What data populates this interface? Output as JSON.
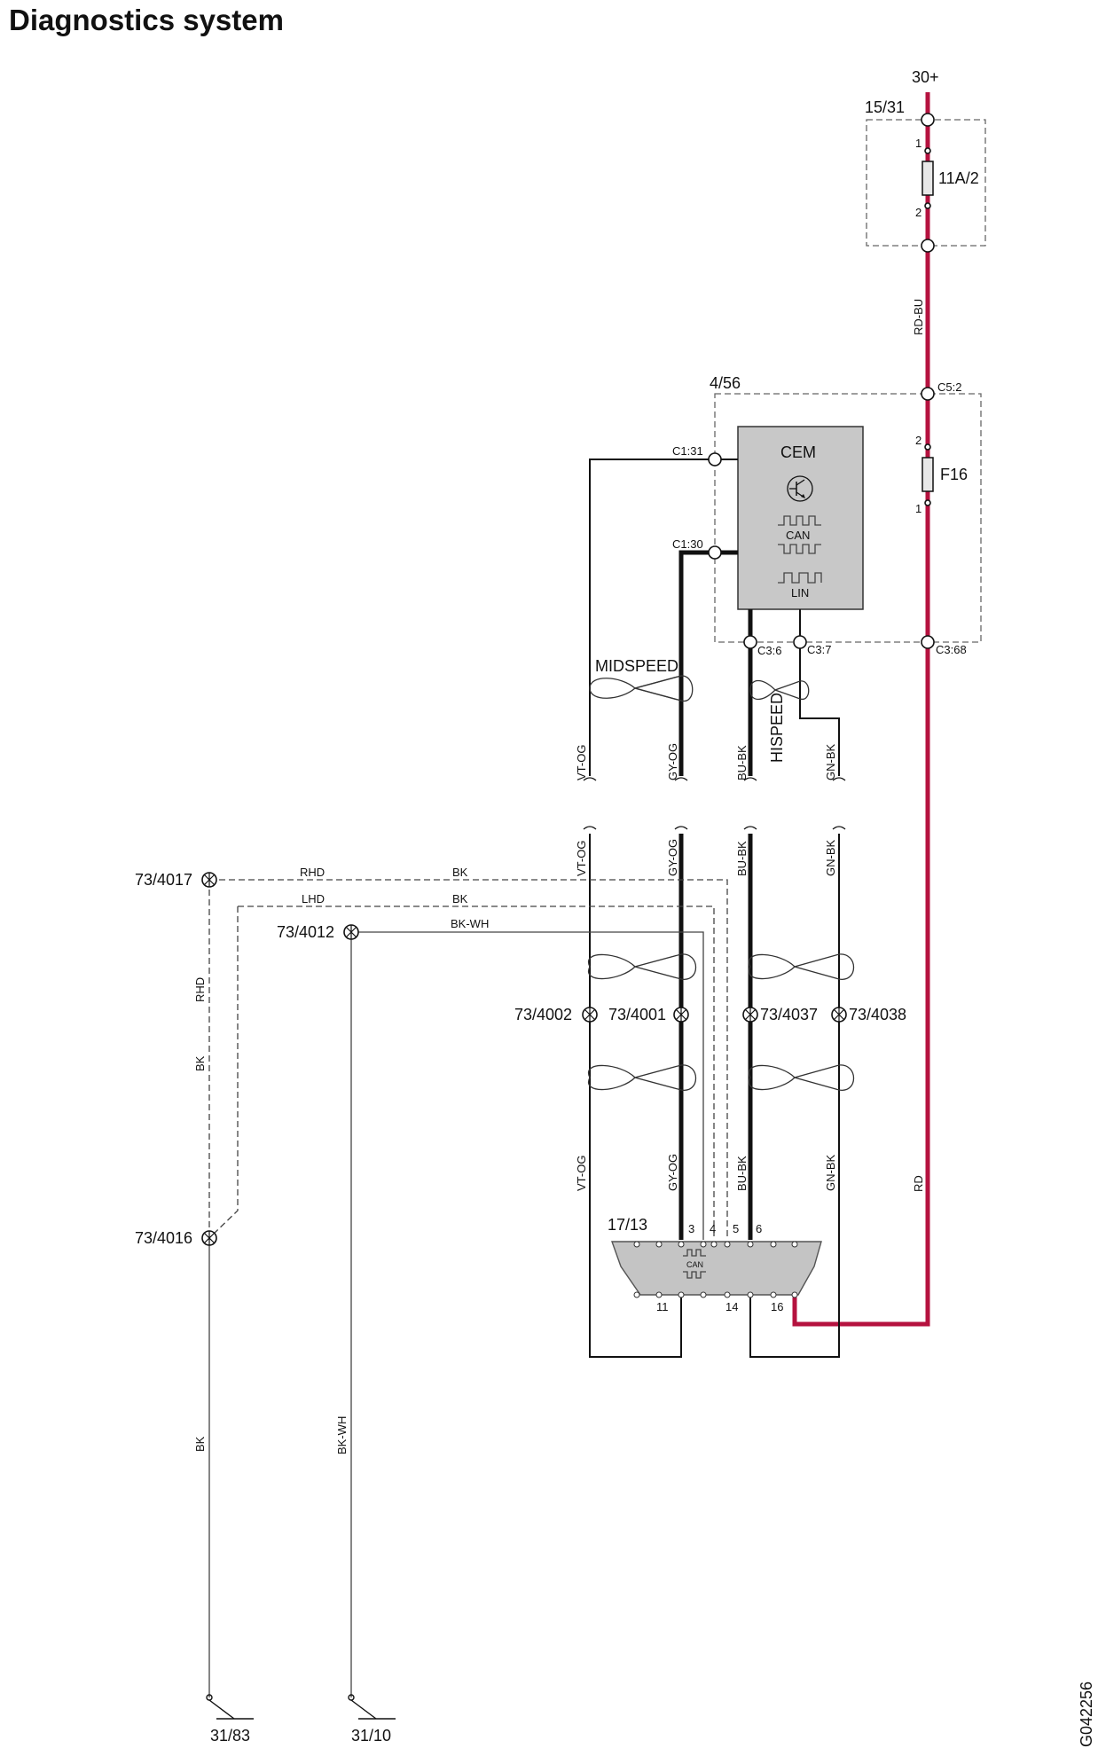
{
  "title": "Diagnostics system",
  "figure_id": "G042256",
  "supply": {
    "source": "30+",
    "fuse_box": "15/31",
    "fuse_main": "11A/2",
    "fuse_main_pin1": "1",
    "fuse_main_pin2": "2",
    "wire_color": "RD-BU",
    "wire_color_lower": "RD"
  },
  "cem_module": {
    "box": "4/56",
    "name": "CEM",
    "can_label": "CAN",
    "lin_label": "LIN",
    "fuse": "F16",
    "fuse_pin_top": "2",
    "fuse_pin_bottom": "1",
    "connectors": {
      "c5_2": "C5:2",
      "c1_31": "C1:31",
      "c1_30": "C1:30",
      "c3_6": "C3:6",
      "c3_7": "C3:7",
      "c3_68": "C3:68"
    }
  },
  "buses": {
    "midspeed": "MIDSPEED",
    "hispeed": "HISPEED"
  },
  "wire_colors": {
    "vt_og": "VT-OG",
    "gy_og": "GY-OG",
    "bu_bk": "BU-BK",
    "gn_bk": "GN-BK",
    "bk": "BK",
    "bk_wh": "BK-WH",
    "rhd": "RHD",
    "lhd": "LHD"
  },
  "splices": {
    "s4017": "73/4017",
    "s4012": "73/4012",
    "s4016": "73/4016",
    "s4002": "73/4002",
    "s4001": "73/4001",
    "s4037": "73/4037",
    "s4038": "73/4038"
  },
  "dlc": {
    "name": "17/13",
    "can_label": "CAN",
    "pins": {
      "p3": "3",
      "p4": "4",
      "p5": "5",
      "p6": "6",
      "p11": "11",
      "p14": "14",
      "p16": "16"
    }
  },
  "grounds": {
    "g1": "31/83",
    "g2": "31/10"
  },
  "colors": {
    "red_wire": "#b5123f",
    "module_fill": "#c8c8c8",
    "wire": "#111111"
  }
}
